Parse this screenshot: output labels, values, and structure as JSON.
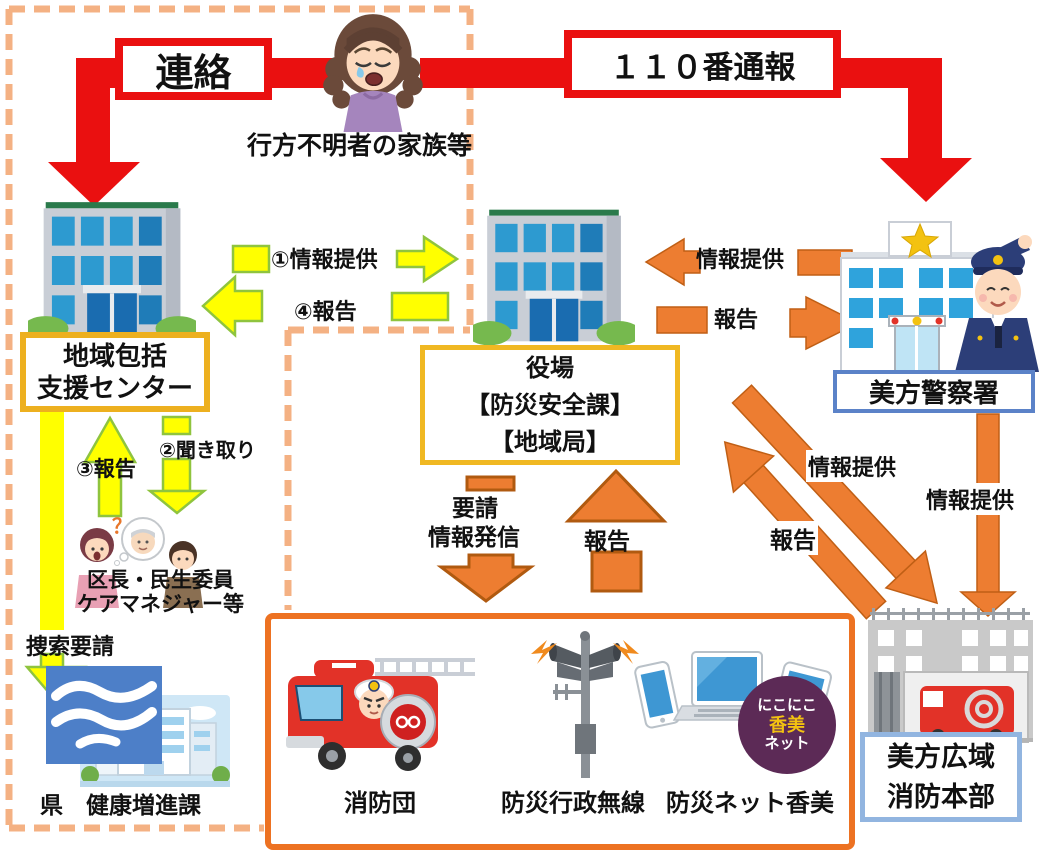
{
  "colors": {
    "red": "#ea1010",
    "yellow": "#ffff00",
    "yellow_green_outline": "#8fc43e",
    "orange": "#ed7d31",
    "orange_dark": "#c05f15",
    "dashed_border": "#f4b183",
    "gold_border": "#edb01f",
    "inner_box_orange": "#ed7222",
    "police_blue": "#5b82c8",
    "firehq_blue": "#92b5e0"
  },
  "top": {
    "contact_label": "連絡",
    "call110_label": "１１０番通報",
    "family_caption": "行方不明者の家族等"
  },
  "nodes": {
    "shien_center": {
      "line1": "地域包括",
      "line2": "支援センター"
    },
    "yakuba": {
      "line1": "役場",
      "line2": "【防災安全課】",
      "line3": "【地域局】"
    },
    "police": {
      "label": "美方警察署"
    },
    "fire_hq": {
      "line1": "美方広域",
      "line2": "消防本部"
    },
    "prefecture": {
      "label": "県　健康増進課"
    },
    "committee": {
      "line1": "区長・民生委員",
      "line2": "ケアマネジャー等"
    }
  },
  "arrows": {
    "info1": "①情報提供",
    "report4": "④報告",
    "info_from_police": "情報提供",
    "report_to_police": "報告",
    "hearing2": "②聞き取り",
    "report3": "③報告",
    "search_request": "捜索要請",
    "request_line1": "要請",
    "request_line2": "情報発信",
    "report_up": "報告",
    "diag_info": "情報提供",
    "diag_report": "報告",
    "police_to_fire_info": "情報提供"
  },
  "bottom_box": {
    "fire_brigade": "消防団",
    "radio": "防災行政無線",
    "net": "防災ネット香美",
    "badge": {
      "line1": "にこにこ",
      "line2": "香美",
      "line3": "ネット"
    }
  },
  "illustrations": {
    "question_mark": "？"
  }
}
